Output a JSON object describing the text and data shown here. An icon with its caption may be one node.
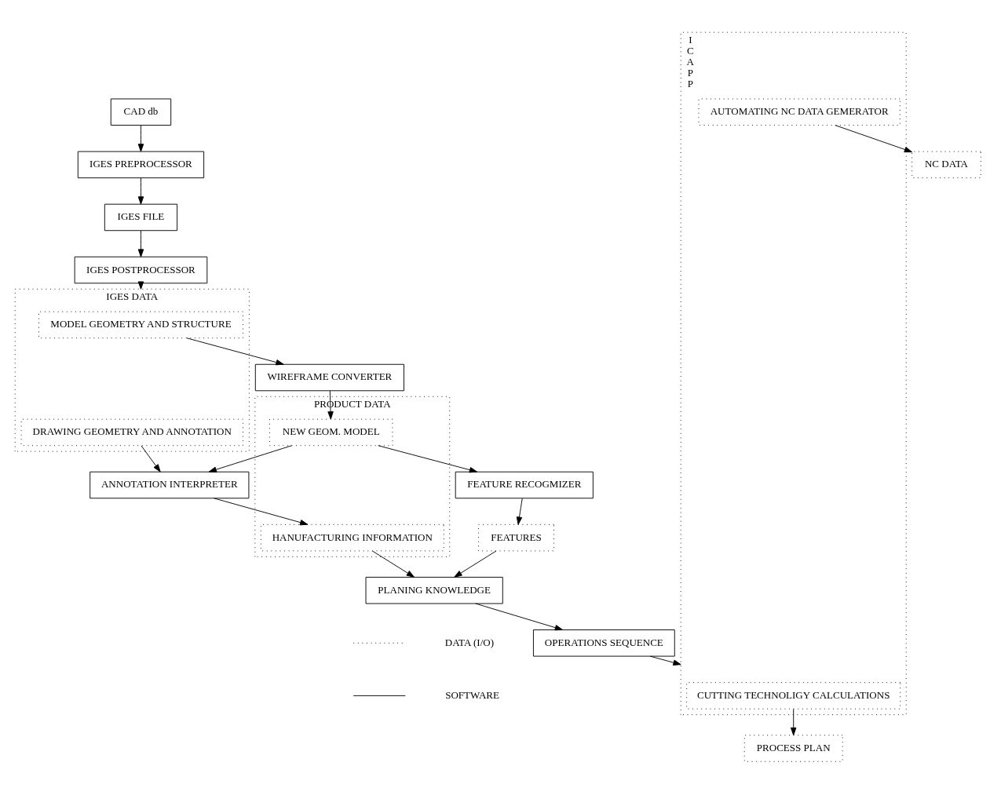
{
  "diagram": {
    "nodes": [
      {
        "text": [
          "CAD db"
        ]
      },
      {
        "text": [
          "IGES PREPROCESSOR"
        ]
      },
      {
        "text": [
          "IGES FILE"
        ]
      },
      {
        "text": [
          "IGES POSTPROCESSOR"
        ]
      },
      {
        "text": [
          "PRODUCT DATA"
        ]
      },
      {
        "text": [
          "NEW GEOM. MODEL"
        ],
        "in": 4
      },
      {
        "text": [
          "HANUFACTURING INFORMATION"
        ],
        "in": 4
      },
      {
        "text": [
          "IGES DATA"
        ]
      },
      {
        "text": [
          "MODEL GEOMETRY AND STRUCTURE"
        ],
        "in": 7
      },
      {
        "text": [
          "DRAWING GEOMETRY AND ANNOTATION"
        ],
        "in": 7
      },
      {
        "text": [
          "WIREFRAME CONVERTER"
        ]
      },
      {
        "text": [
          "ANNOTATION INTERPRETER"
        ]
      },
      {
        "text": [
          "FEATURE RECOGMIZER"
        ]
      },
      {
        "text": [
          "FEATURES"
        ]
      },
      {
        "text": [
          "PLANING KNOWLEDGE"
        ]
      },
      {
        "text": [
          "OPERATIONS SEQUENCE"
        ]
      },
      {
        "text": [
          "I C A P P"
        ]
      },
      {
        "text": [
          "CUTTING TECHNOLIGY CALCULATIONS"
        ],
        "in": 16
      },
      {
        "text": [
          "AUTOMATING NC DATA GEMERATOR"
        ],
        "in": 16
      },
      {
        "text": [
          "PROCESS PLAN"
        ]
      },
      {
        "text": [
          "NC DATA"
        ]
      }
    ],
    "edges": [
      {
        "from": 0,
        "to": 1,
        "arrow": "to"
      },
      {
        "from": 1,
        "to": 2,
        "arrow": "to"
      },
      {
        "from": 2,
        "to": 3,
        "arrow": "to"
      },
      {
        "from": 3,
        "to": 7,
        "arrow": "to"
      },
      {
        "from": 8,
        "to": 10,
        "arrow": "to"
      },
      {
        "from": 10,
        "to": 5,
        "arrow": "to"
      },
      {
        "from": 9,
        "to": 11,
        "arrow": "to"
      },
      {
        "from": 11,
        "to": 6,
        "arrow": "to"
      },
      {
        "from": 5,
        "to": 11,
        "arrow": "to"
      },
      {
        "from": 5,
        "to": 12,
        "arrow": "to"
      },
      {
        "from": 12,
        "to": 13,
        "arrow": "to"
      },
      {
        "from": 13,
        "to": 14,
        "arrow": "to"
      },
      {
        "from": 6,
        "to": 14,
        "arrow": "to"
      },
      {
        "from": 14,
        "to": 15,
        "arrow": "to"
      },
      {
        "from": 15,
        "to": 16,
        "arrow": "to"
      },
      {
        "from": 17,
        "to": 19,
        "arrow": "to"
      },
      {
        "from": 18,
        "to": 20,
        "arrow": "to"
      }
    ],
    "legend": [
      {
        "text": "DATA (I/O)"
      },
      {
        "text": "SOFTWARE"
      }
    ]
  }
}
